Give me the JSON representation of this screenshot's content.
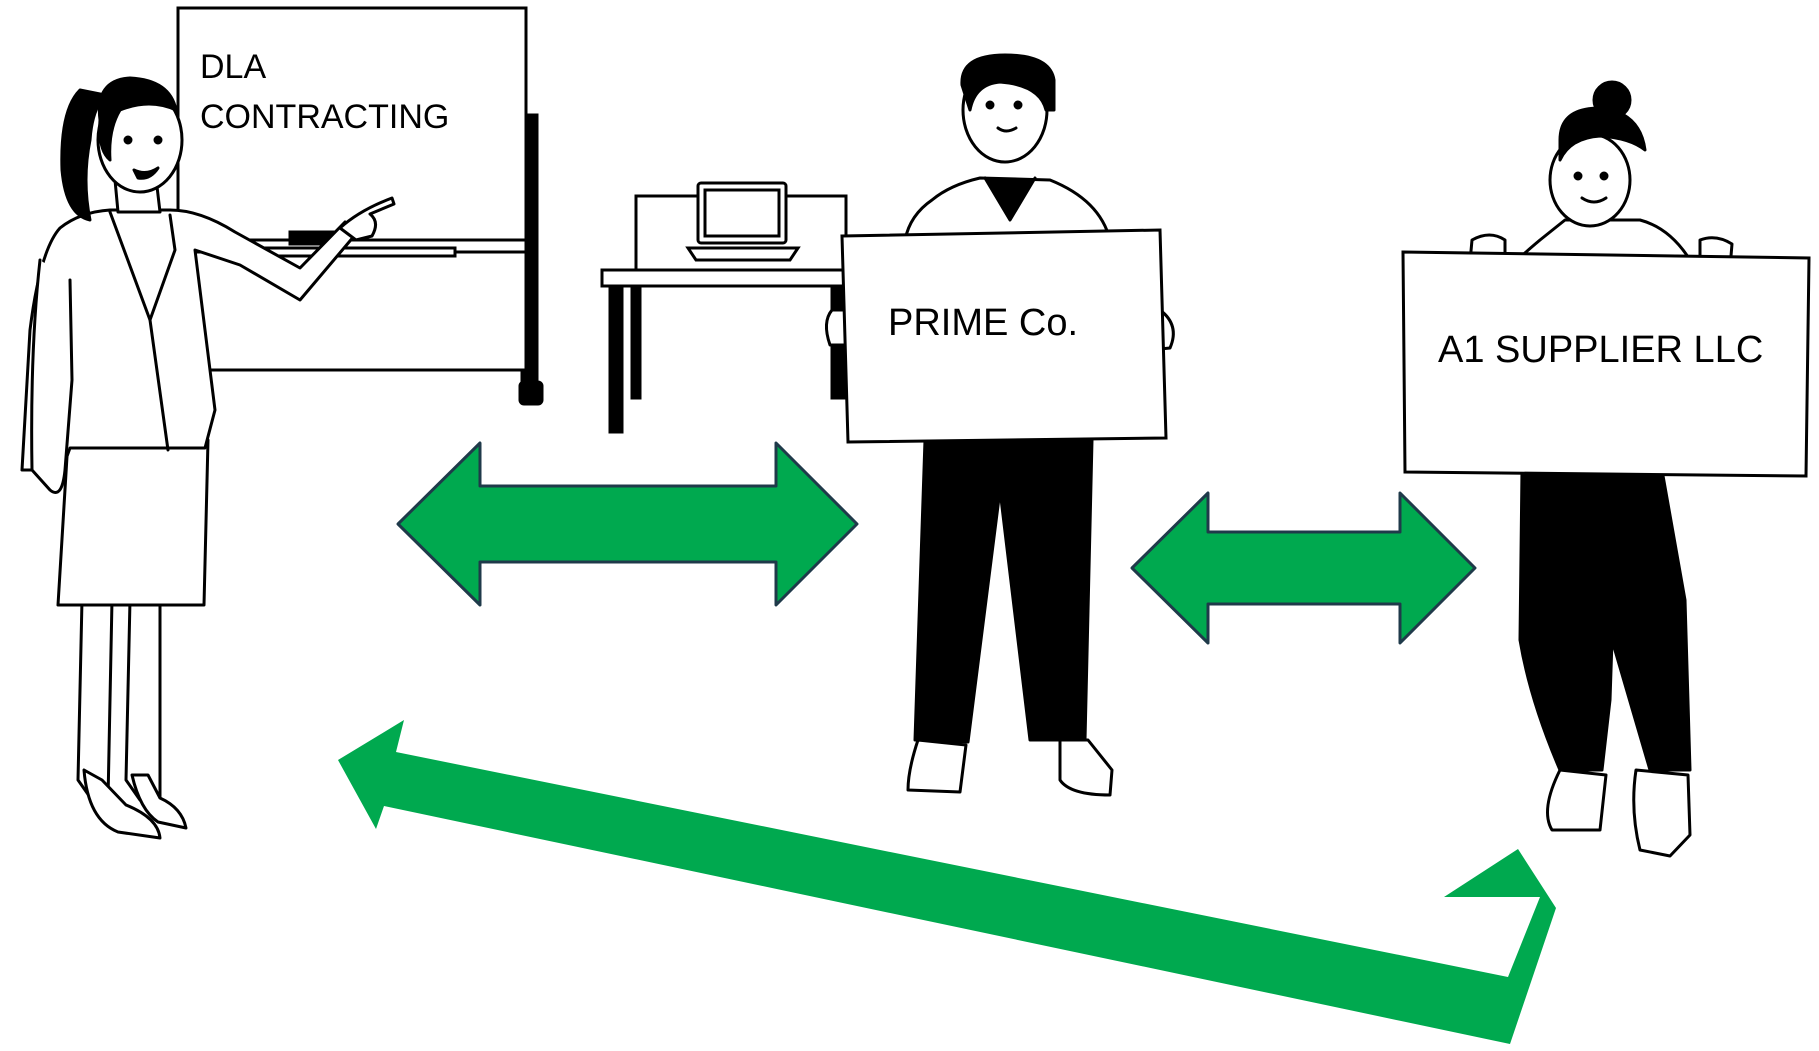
{
  "whiteboard": {
    "line1": "DLA",
    "line2": "CONTRACTING"
  },
  "prime_sign": {
    "text": "PRIME Co."
  },
  "supplier_sign": {
    "text": "A1 SUPPLIER LLC"
  },
  "colors": {
    "arrow_fill": "#00A94F",
    "arrow_stroke": "#1F3A4A",
    "ink": "#000000"
  },
  "icons": [
    "whiteboard-icon",
    "laptop-icon",
    "desk-icon",
    "woman-presenter-icon",
    "man-with-sign-icon",
    "woman-with-sign-icon"
  ]
}
